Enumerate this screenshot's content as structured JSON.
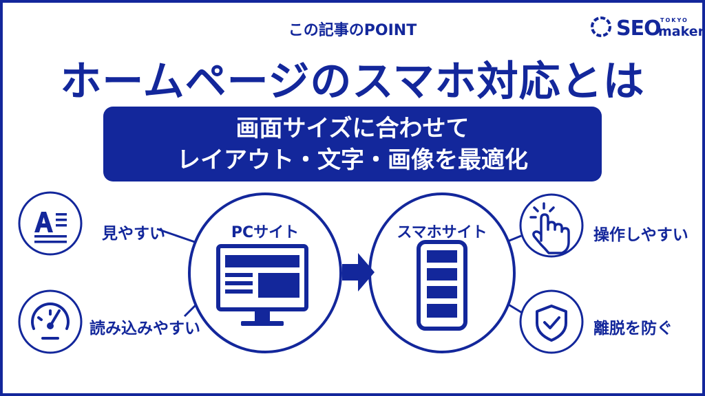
{
  "kicker": "この記事のPOINT",
  "logo": {
    "main": "SEO",
    "sub_top": "TOKYO",
    "sub_bottom": "maker"
  },
  "headline": "ホームページのスマホ対応とは",
  "banner": {
    "line1": "画面サイズに合わせて",
    "line2": "レイアウト・文字・画像を最適化"
  },
  "pc": {
    "title": "PCサイト"
  },
  "sp": {
    "title": "スマホサイト"
  },
  "benefits": {
    "readable": "見やすい",
    "fast": "読み込みやすい",
    "operable": "操作しやすい",
    "bounce": "離脱を防ぐ"
  },
  "colors": {
    "primary": "#13279b",
    "background": "#ffffff"
  },
  "icons": [
    "text-icon",
    "speedometer-icon",
    "monitor-icon",
    "arrow-right-icon",
    "smartphone-icon",
    "tap-hand-icon",
    "shield-check-icon",
    "logo-ring-icon"
  ]
}
